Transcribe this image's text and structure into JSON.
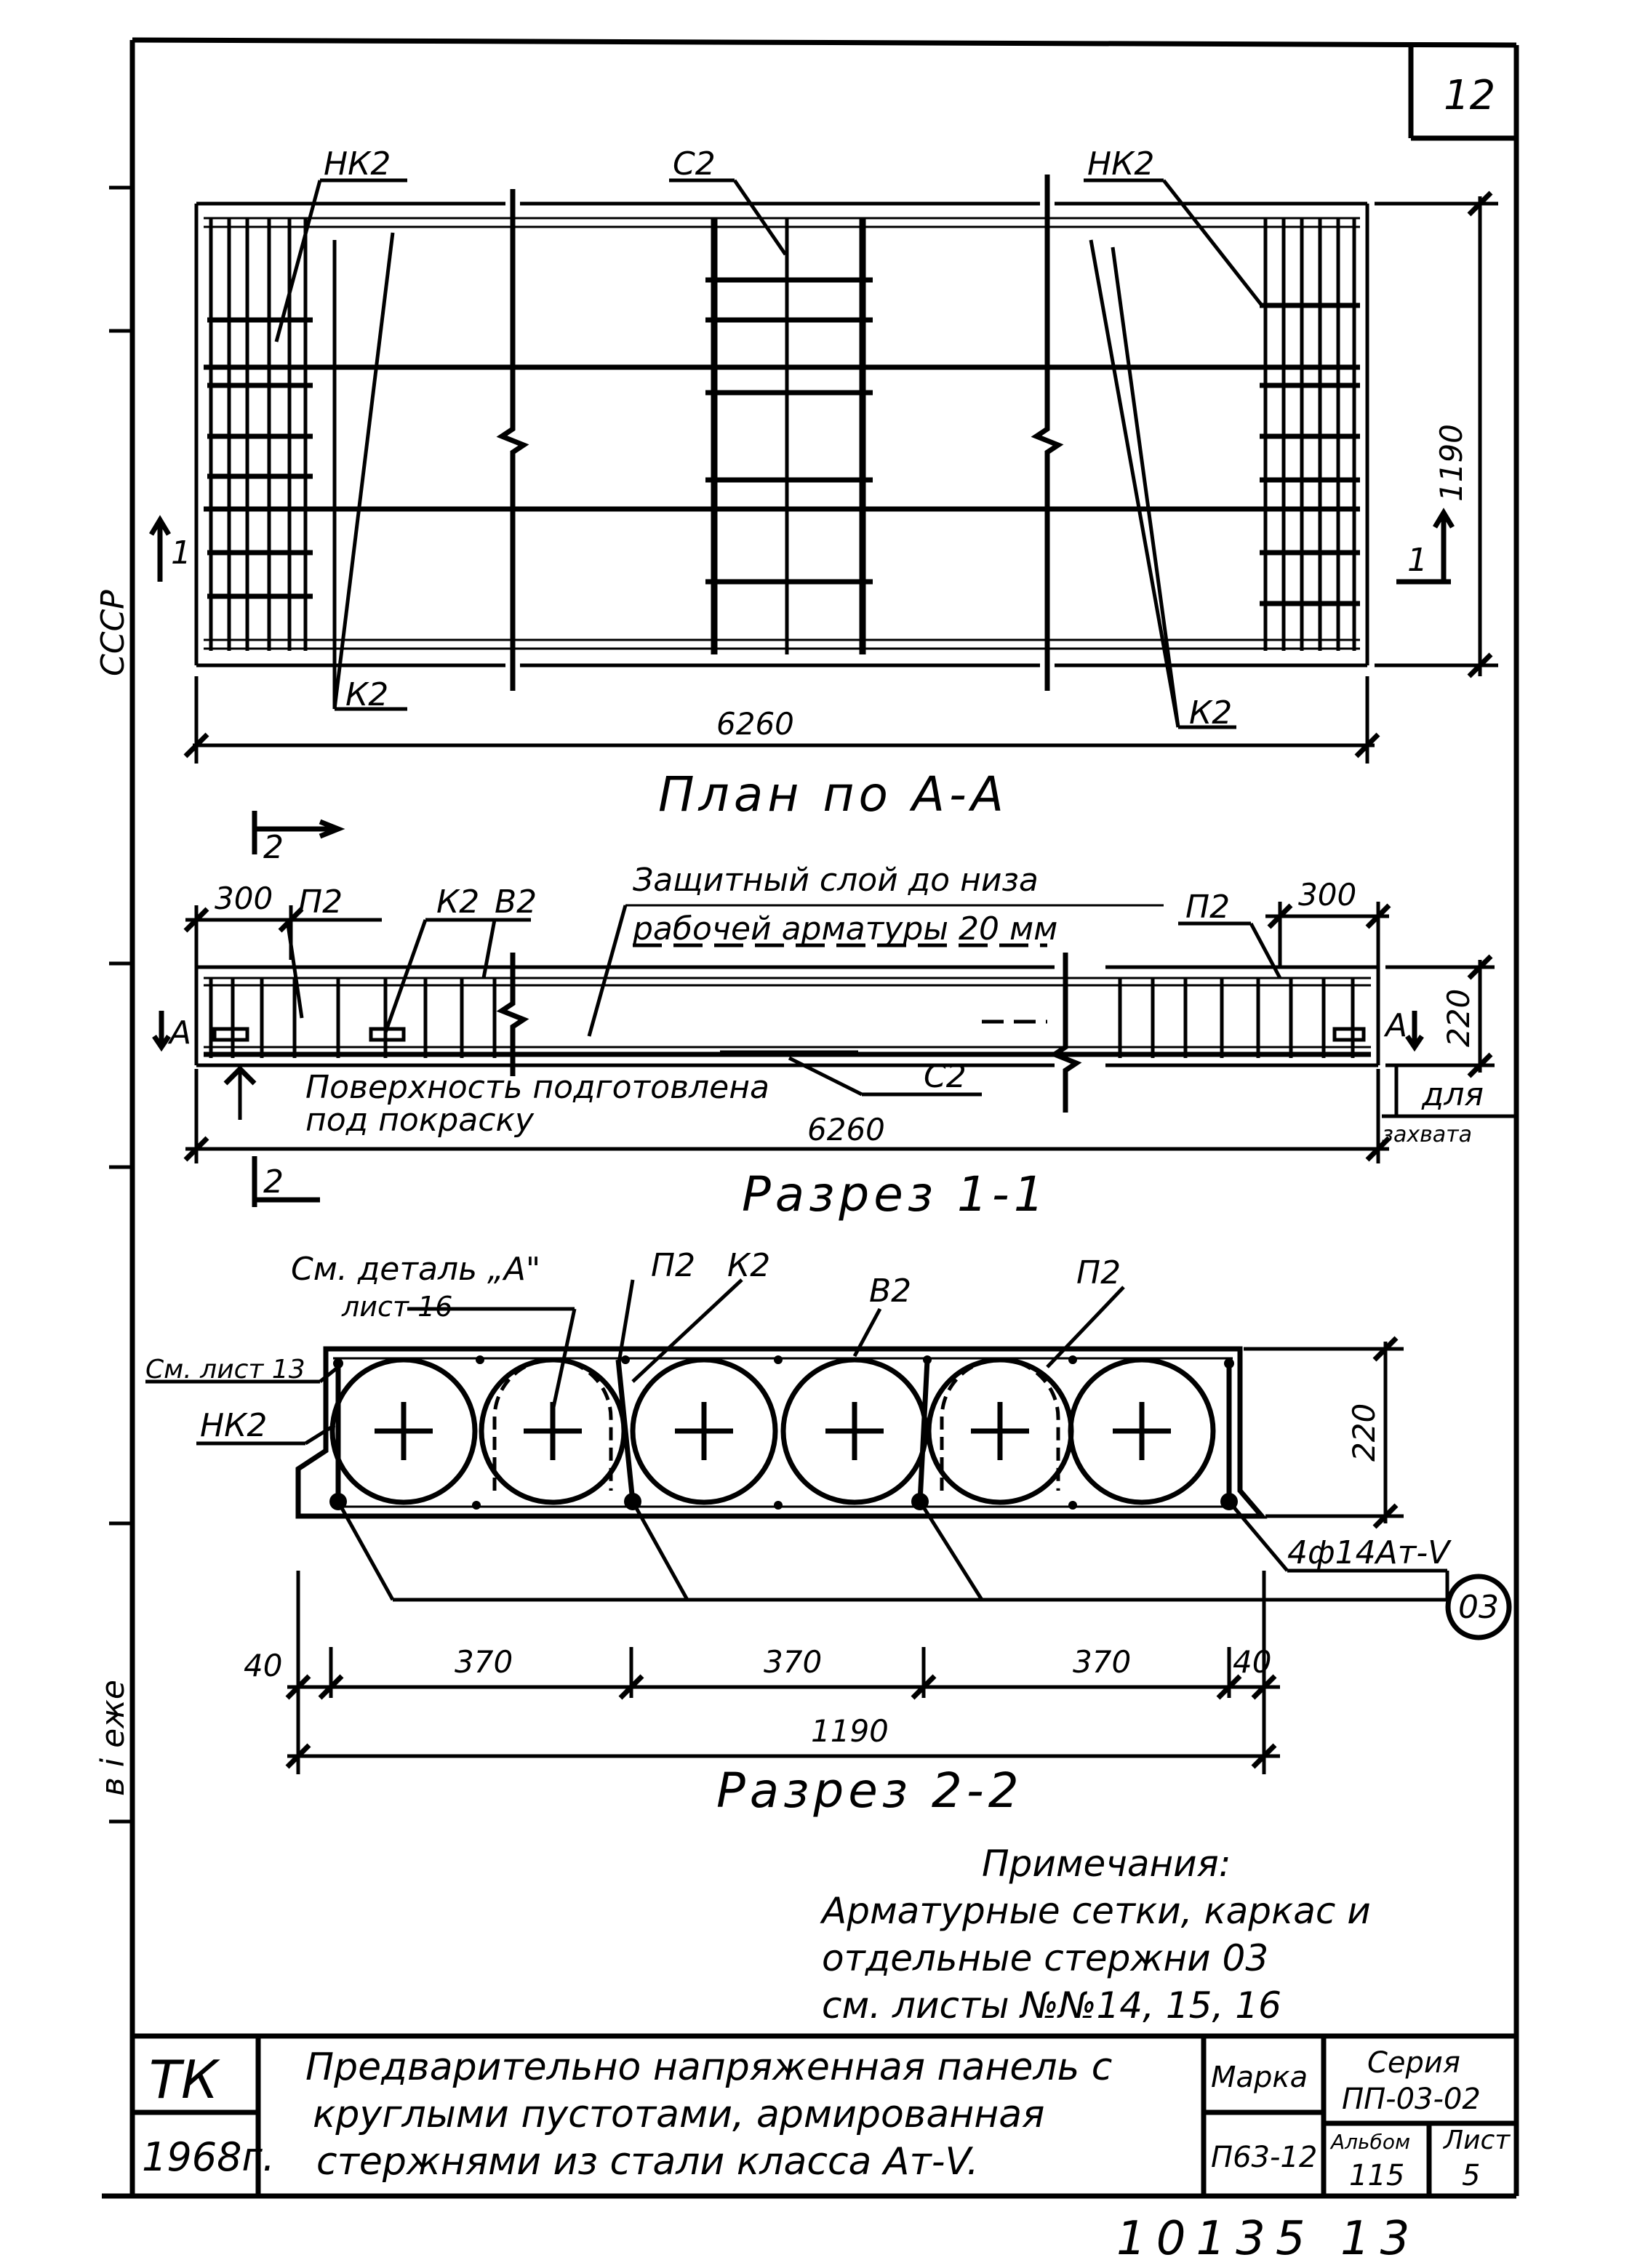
{
  "sheet": {
    "sheet_number": "12",
    "side_label_top": "СССР",
    "side_label_bottom": "в і еже"
  },
  "plan": {
    "title": "План по А-А",
    "labels": {
      "nk2_left": "НК2",
      "c2": "С2",
      "nk2_right": "НК2",
      "k2_left": "К2",
      "k2_right": "К2",
      "section_left": "1",
      "section_right": "1"
    },
    "dimensions": {
      "length": "6260",
      "width": "1190"
    }
  },
  "section_1_1": {
    "title": "Разрез 1-1",
    "cut_mark_top": "2",
    "cut_mark_bottom": "2",
    "labels": {
      "p2_left": "П2",
      "k2": "К2",
      "v2": "В2",
      "p2_right": "П2",
      "c2": "С2",
      "a_left": "А",
      "a_right": "А"
    },
    "notes": {
      "cover_line1": "Защитный слой до низа",
      "cover_line2": "рабочей арматуры 20 мм",
      "surface_line1": "Поверхность подготовлена",
      "surface_line2": "под покраску",
      "grip_line1": "для",
      "grip_line2": "захвата"
    },
    "dimensions": {
      "end_left": "300",
      "end_right": "300",
      "height": "220",
      "length": "6260"
    }
  },
  "section_2_2": {
    "title": "Разрез 2-2",
    "labels": {
      "detail_ref_line1": "См. деталь „А\"",
      "detail_ref_line2": "лист 16",
      "sheet13_ref": "См. лист 13",
      "nk2": "НК2",
      "p2_left": "П2",
      "k2": "К2",
      "v2": "В2",
      "p2_right": "П2",
      "bars": "4ф14Ат-V",
      "position_mark": "03"
    },
    "dimensions": {
      "edge_left": "40",
      "span1": "370",
      "span2": "370",
      "span3": "370",
      "edge_right": "40",
      "width": "1190",
      "height": "220"
    }
  },
  "notes": {
    "heading": "Примечания:",
    "line1": "Арматурные сетки, каркас и",
    "line2": "отдельные стержни 03",
    "line3": "см. листы №№14, 15, 16"
  },
  "title_block": {
    "org": "ТК",
    "year": "1968г.",
    "title_line1": "Предварительно напряженная панель с",
    "title_line2": "круглыми пустотами, армированная",
    "title_line3": "стержнями из стали класса Ат-V.",
    "mark_label": "Марка",
    "mark_value": "П63-12",
    "series_label": "Серия",
    "series_value": "ПП-03-02",
    "album_label": "Альбом",
    "album_value": "115",
    "sheet_label": "Лист",
    "sheet_value": "5"
  },
  "footer": {
    "inventory_number": "10135 13"
  }
}
